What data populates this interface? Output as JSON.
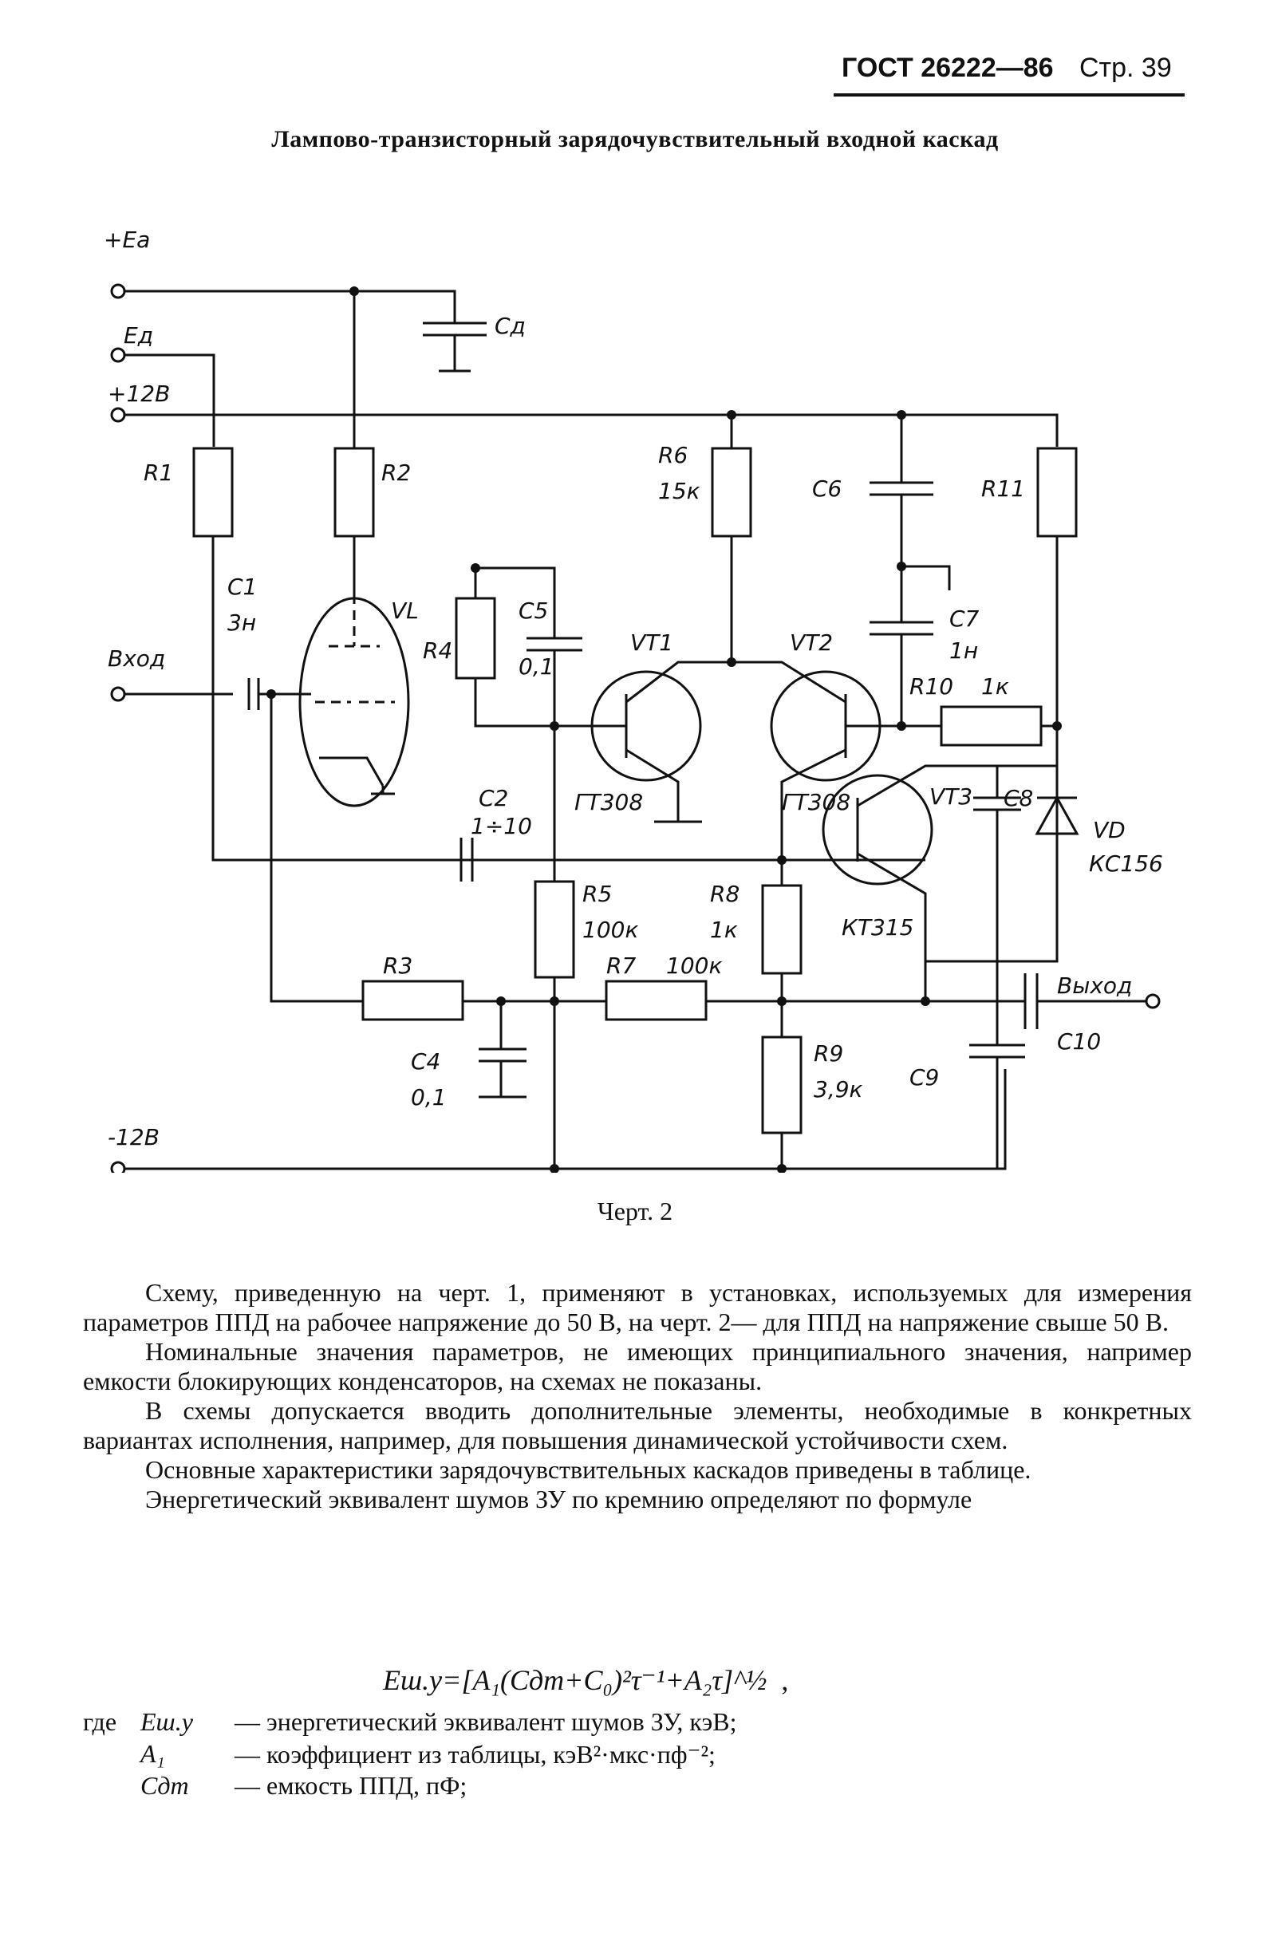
{
  "header": {
    "gost": "ГОСТ 26222—86",
    "page": "Стр. 39"
  },
  "title": "Лампово-транзисторный зарядочувствительный входной каскад",
  "schematic": {
    "terminals": {
      "ea": "+Ea",
      "ed": "Eд",
      "p12": "+12В",
      "m12": "-12В",
      "input": "Вход",
      "output": "Выход"
    },
    "r1": "R1",
    "r2": "R2",
    "r3": "R3",
    "r4": "R4",
    "r5": "R5",
    "r5v": "100к",
    "r6": "R6",
    "r6v": "15к",
    "r7": "R7",
    "r7v": "100к",
    "r8": "R8",
    "r8v": "1к",
    "r9": "R9",
    "r9v": "3,9к",
    "r10": "R10",
    "r10v": "1к",
    "r11": "R11",
    "c1": "C1",
    "c1v": "3н",
    "c2": "C2",
    "c2v": "1÷10",
    "c4": "C4",
    "c4v": "0,1",
    "c5": "C5",
    "c5v": "0,1",
    "c6": "C6",
    "c7": "C7",
    "c7v": "1н",
    "c8": "C8",
    "c9": "C9",
    "c10": "C10",
    "cd": "Cд",
    "vl": "VL",
    "vt1": "VT1",
    "vt1t": "ГТ308",
    "vt2": "VT2",
    "vt2t": "ГТ308",
    "vt3": "VT3",
    "vt3t": "КТ315",
    "vd": "VD",
    "vdt": "КС156"
  },
  "caption": "Черт. 2",
  "paragraphs": [
    "Схему, приведенную на черт. 1, применяют в установках, используемых для измерения параметров ППД на рабочее напряжение до 50 В, на черт. 2— для ППД на напряжение свыше 50 В.",
    "Номинальные значения параметров, не имеющих принципиального значения, например емкости блокирующих конденсаторов, на схемах не показаны.",
    "В схемы допускается вводить дополнительные элементы, необходимые в конкретных вариантах исполнения, например, для повышения динамической устойчивости схем.",
    "Основные характеристики зарядочувствительных каскадов приведены в таблице.",
    "Энергетический эквивалент шумов ЗУ по кремнию определяют по формуле"
  ],
  "formula": {
    "expr": "Eш.у=[A₁(Cдт+C₀)²τ⁻¹+A₂τ]^½",
    "tail": ","
  },
  "definitions": [
    {
      "lead": "где",
      "symbol": "Eш.у",
      "text": "— энергетический эквивалент шумов ЗУ, кэВ;"
    },
    {
      "lead": "",
      "symbol": "A₁",
      "text": "— коэффициент из таблицы, кэВ²·мкс·пф⁻²;"
    },
    {
      "lead": "",
      "symbol": "Cдт",
      "text": "— емкость ППД, пФ;"
    }
  ]
}
